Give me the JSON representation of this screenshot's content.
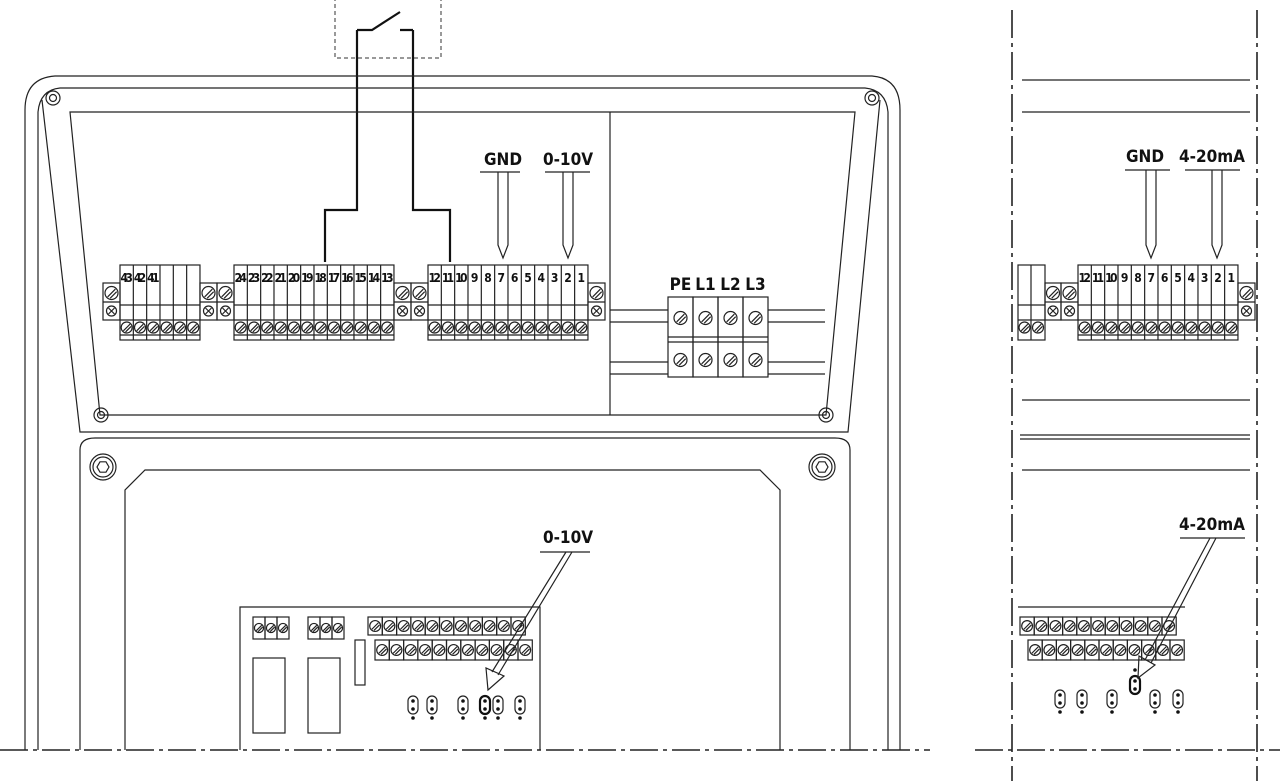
{
  "labels": {
    "gnd_main": "GND",
    "voltage_main": "0-10V",
    "gnd_alt": "GND",
    "current_alt": "4-20mA",
    "voltage_board": "0-10V",
    "current_board": "4-20mA"
  },
  "terminal_blocks": {
    "block_a": [
      "43",
      "42",
      "41",
      "",
      "",
      ""
    ],
    "block_b": [
      "24",
      "23",
      "22",
      "21",
      "20",
      "19",
      "18",
      "17",
      "16",
      "15",
      "14",
      "13"
    ],
    "block_c": [
      "12",
      "11",
      "10",
      "9",
      "8",
      "7",
      "6",
      "5",
      "4",
      "3",
      "2",
      "1"
    ],
    "block_alt": [
      "12",
      "11",
      "10",
      "9",
      "8",
      "7",
      "6",
      "5",
      "4",
      "3",
      "2",
      "1"
    ]
  },
  "power_terminals": [
    "PE",
    "L1",
    "L2",
    "L3"
  ],
  "switch_connection": {
    "from": "18",
    "to": "11"
  },
  "highlighted_terminals": {
    "gnd": "7",
    "signal": "2"
  }
}
